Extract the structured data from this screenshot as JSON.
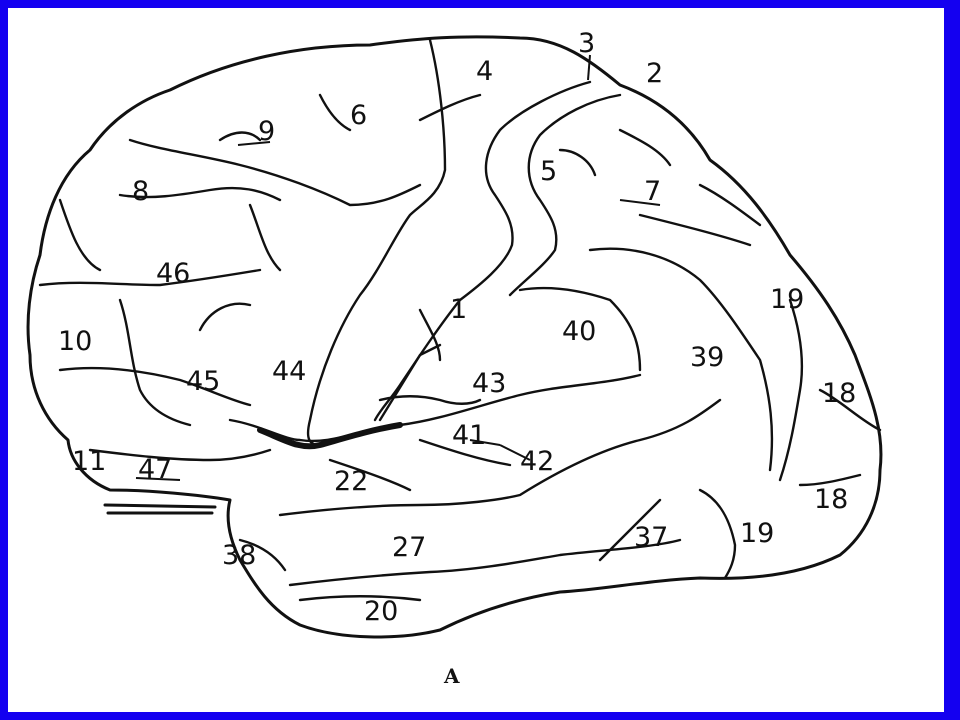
{
  "colors": {
    "border": "#1400f0",
    "background": "#ffffff",
    "ink": "#111111"
  },
  "areas": [
    {
      "label": "3"
    },
    {
      "label": "2"
    },
    {
      "label": "4"
    },
    {
      "label": "6"
    },
    {
      "label": "9"
    },
    {
      "label": "5"
    },
    {
      "label": "7"
    },
    {
      "label": "8"
    },
    {
      "label": "46"
    },
    {
      "label": "10"
    },
    {
      "label": "1"
    },
    {
      "label": "40"
    },
    {
      "label": "19"
    },
    {
      "label": "39"
    },
    {
      "label": "18"
    },
    {
      "label": "45"
    },
    {
      "label": "44"
    },
    {
      "label": "43"
    },
    {
      "label": "41"
    },
    {
      "label": "42"
    },
    {
      "label": "11"
    },
    {
      "label": "47"
    },
    {
      "label": "22"
    },
    {
      "label": "18"
    },
    {
      "label": "38"
    },
    {
      "label": "27"
    },
    {
      "label": "37"
    },
    {
      "label": "19"
    },
    {
      "label": "20"
    }
  ],
  "caption": "A"
}
